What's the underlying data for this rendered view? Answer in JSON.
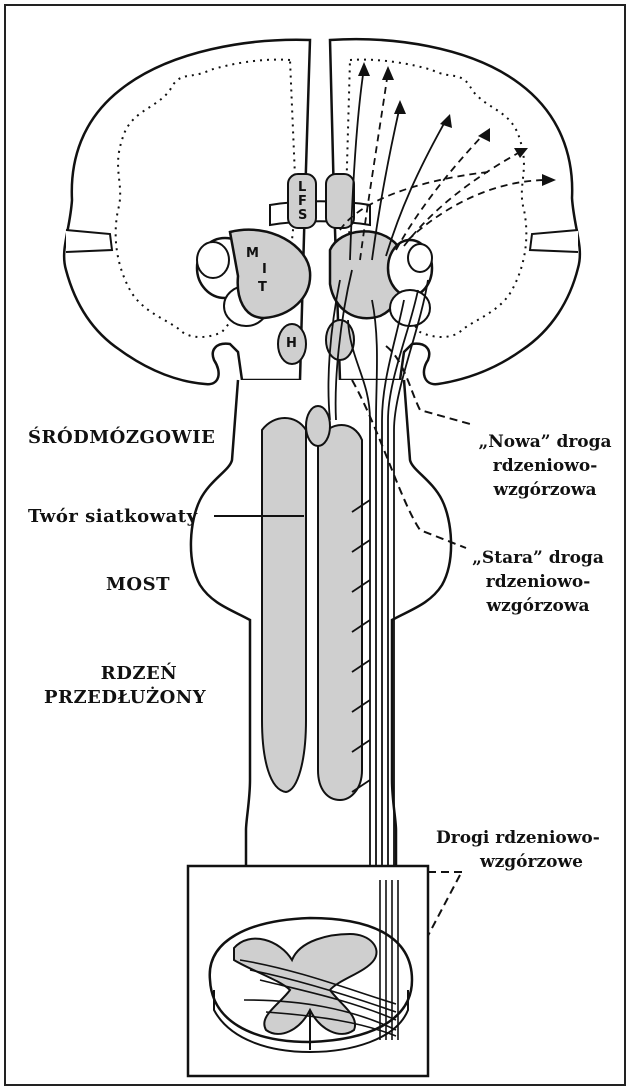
{
  "labels": {
    "srodmozgowie": "ŚRÓDMÓZGOWIE",
    "twor": "Twór siatkowaty",
    "most": "MOST",
    "rdzen_1": "RDZEŃ",
    "rdzen_2": "PRZEDŁUŻONY",
    "nowa_1": "„Nowa” droga",
    "nowa_2": "rdzeniowo-",
    "nowa_3": "wzgórzowa",
    "stara_1": "„Stara” droga",
    "stara_2": "rdzeniowo-",
    "stara_3": "wzgórzowa",
    "drogi_1": "Drogi rdzeniowo-",
    "drogi_2": "wzgórzowe"
  },
  "nuclei": {
    "lfs_l": "L",
    "lfs_f": "F",
    "lfs_s": "S",
    "mit_m": "M",
    "mit_i": "I",
    "mit_t": "T",
    "h": "H"
  },
  "colors": {
    "ink": "#111111",
    "shade": "#cfcfcf",
    "paper": "#ffffff"
  }
}
